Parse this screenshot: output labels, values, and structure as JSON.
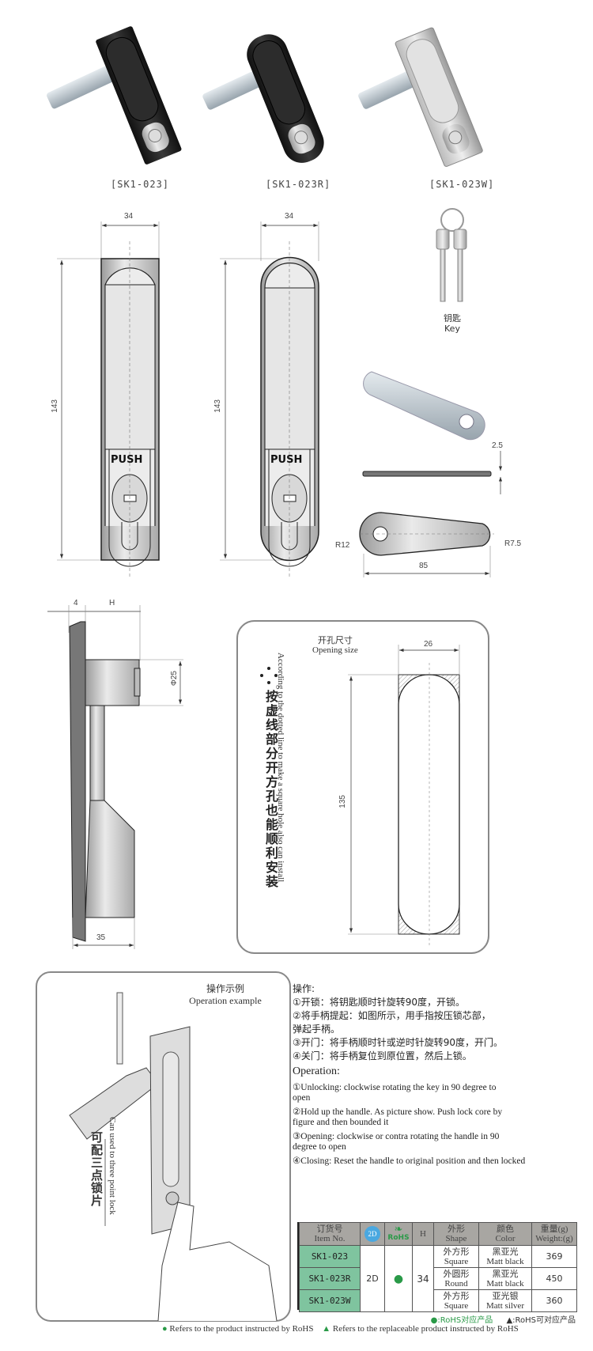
{
  "products": [
    {
      "label": "[SK1-023]",
      "finish": "black"
    },
    {
      "label": "[SK1-023R]",
      "finish": "black-round"
    },
    {
      "label": "[SK1-023W]",
      "finish": "silver"
    }
  ],
  "drawings": {
    "front_square": {
      "width": "34",
      "height": "143",
      "push": "PUSH"
    },
    "front_round": {
      "width": "34",
      "height": "143",
      "push": "PUSH"
    },
    "key": {
      "label_cn": "钥匙",
      "label_en": "Key"
    },
    "cam": {
      "thickness": "2.5",
      "length": "85",
      "r_large": "R12",
      "r_small": "R7.5"
    },
    "side": {
      "d1": "4",
      "d2": "H",
      "diameter": "Φ25",
      "depth": "35"
    }
  },
  "opening": {
    "title_cn": "开孔尺寸",
    "title_en": "Opening size",
    "width": "26",
    "height": "135",
    "note_en": "According to the dotted line to make a square hole also can install",
    "note_cn": "按虚线部分开方孔也能顺利安装"
  },
  "operation_example": {
    "title_cn": "操作示例",
    "title_en": "Operation example",
    "note_en": "Can used to three point lock",
    "note_cn": "可配三点锁片"
  },
  "operation": {
    "heading_cn": "操作:",
    "lines_cn": [
      "①开锁：将钥匙顺时针旋转90度，开锁。",
      "②将手柄提起：如图所示，用手指按压锁芯部，",
      "弹起手柄。",
      "③开门：将手柄顺时针或逆时针旋转90度，开门。",
      "④关门：将手柄复位到原位置，然后上锁。"
    ],
    "heading_en": "Operation:",
    "lines_en": [
      "①Unlocking: clockwise rotating the key in 90 degree to",
      "open",
      "②Hold up the handle. As picture show. Push lock core by",
      "figure and then bounded it",
      "③Opening: clockwise or contra rotating the handle in 90",
      "degree to open",
      "④Closing: Reset the handle to original position and then locked"
    ]
  },
  "table": {
    "headers": {
      "item_cn": "订货号",
      "item_en": "Item No.",
      "h": "H",
      "rohs": "RoHS",
      "shape_cn": "外形",
      "shape_en": "Shape",
      "color_cn": "颜色",
      "color_en": "Color",
      "weight_cn": "重量(g)",
      "weight_en": "Weight:(g)"
    },
    "shared": {
      "type": "2D",
      "rohs_mark": "●",
      "h": "34"
    },
    "rows": [
      {
        "item": "SK1-023",
        "shape_cn": "外方形",
        "shape_en": "Square",
        "color_cn": "黑亚光",
        "color_en": "Matt black",
        "weight": "369"
      },
      {
        "item": "SK1-023R",
        "shape_cn": "外圆形",
        "shape_en": "Round",
        "color_cn": "黑亚光",
        "color_en": "Matt black",
        "weight": "450"
      },
      {
        "item": "SK1-023W",
        "shape_cn": "外方形",
        "shape_en": "Square",
        "color_cn": "亚光银",
        "color_en": "Matt silver",
        "weight": "360"
      }
    ]
  },
  "legend": {
    "cn_dot": "●:RoHS对应产品",
    "cn_tri": "▲:RoHS可对应产品",
    "en_dot": "Refers to the product instructed by RoHS",
    "en_tri": "Refers to the replaceable product instructed by RoHS"
  },
  "colors": {
    "rohs_green": "#2a9a48",
    "item_cell": "#7fc49f",
    "header_cell": "#a8a6a2"
  }
}
